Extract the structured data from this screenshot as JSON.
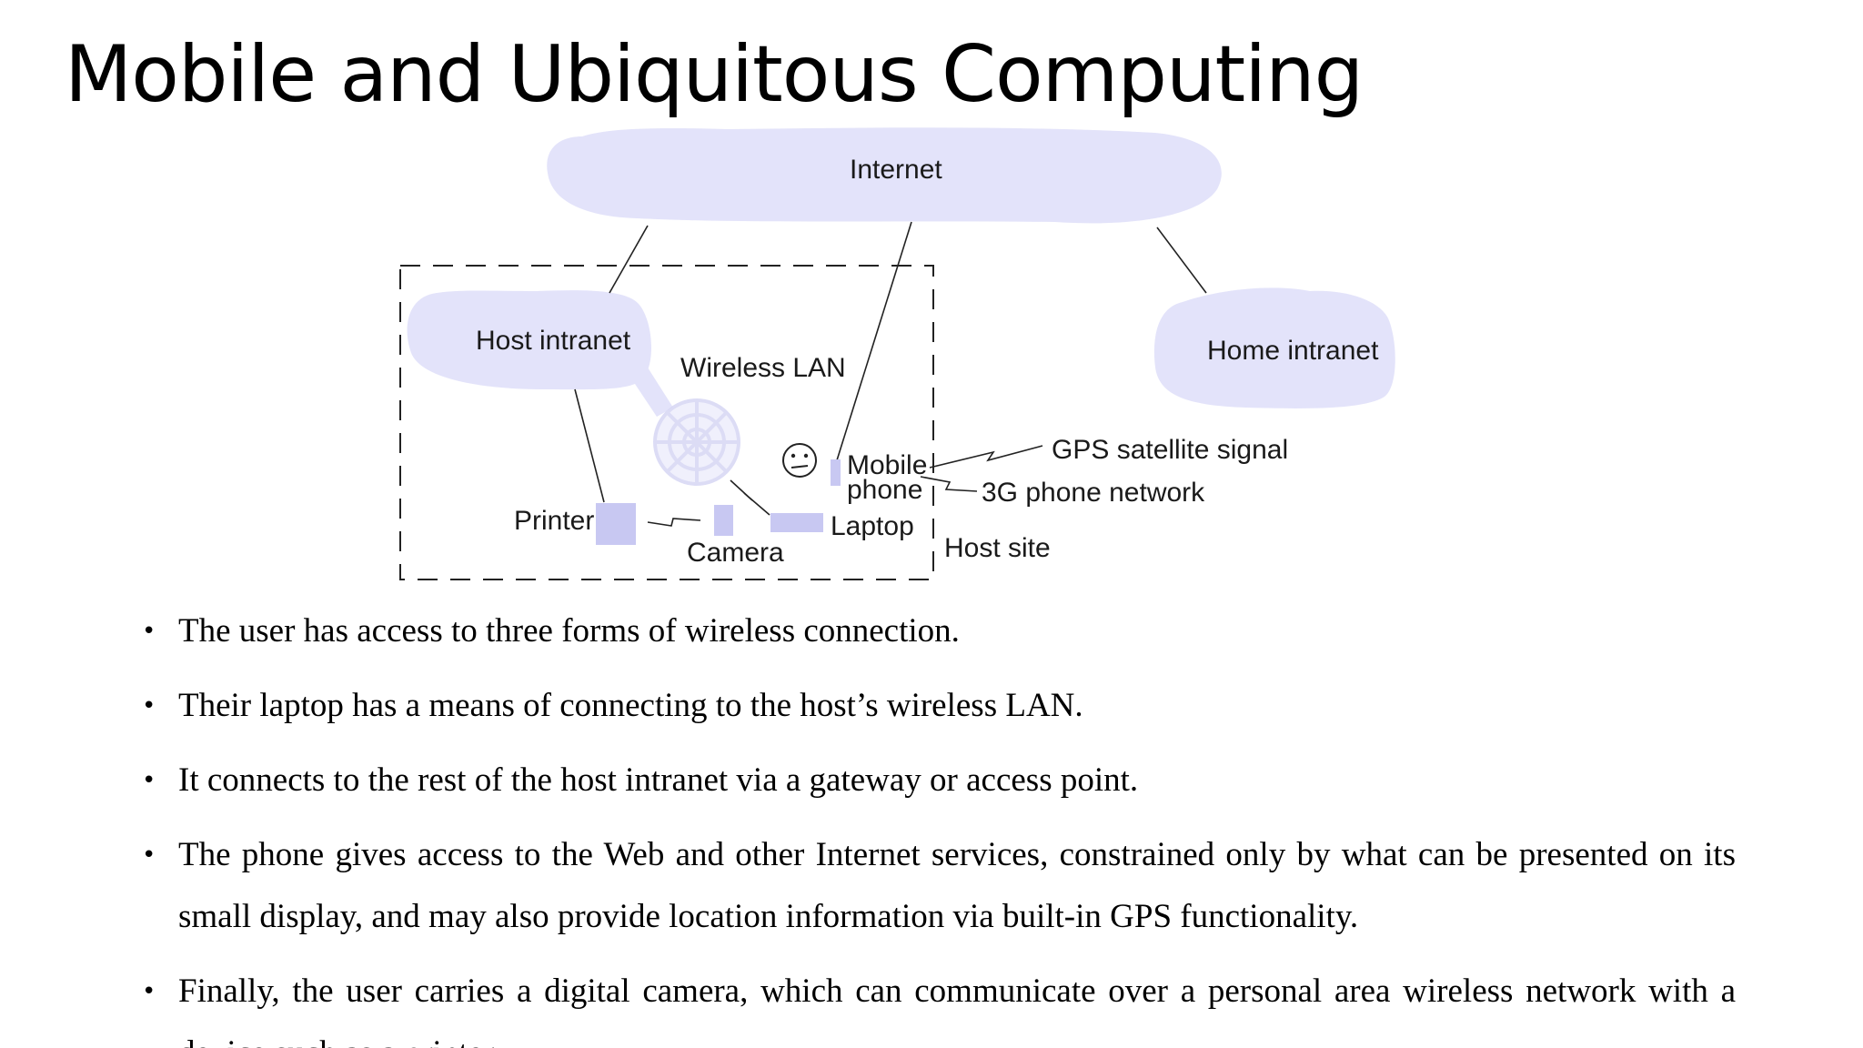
{
  "slide": {
    "title": "Mobile and Ubiquitous Computing"
  },
  "diagram": {
    "labels": {
      "internet": "Internet",
      "host_intranet": "Host intranet",
      "home_intranet": "Home intranet",
      "wireless_lan": "Wireless LAN",
      "mobile": "Mobile",
      "phone": "phone",
      "gps_signal": "GPS satellite signal",
      "phone_network": "3G phone network",
      "printer": "Printer",
      "camera": "Camera",
      "laptop": "Laptop",
      "host_site": "Host site"
    },
    "colors": {
      "cloud_fill": "#e3e3fa",
      "device_fill": "#c8c8f2",
      "line": "#222222"
    }
  },
  "bullets": [
    "The user has access to three forms of wireless connection.",
    "Their laptop has a means of connecting to the host’s wireless LAN.",
    "It connects to the rest of the host intranet via a gateway or access point.",
    "The phone gives access to the Web and other Internet services, constrained only by what can be presented on its small display, and may also provide location information via built-in GPS functionality.",
    "Finally, the user carries a digital camera, which can communicate over a personal area wireless network with a device such as a printer."
  ],
  "bullet_symbol": "•"
}
